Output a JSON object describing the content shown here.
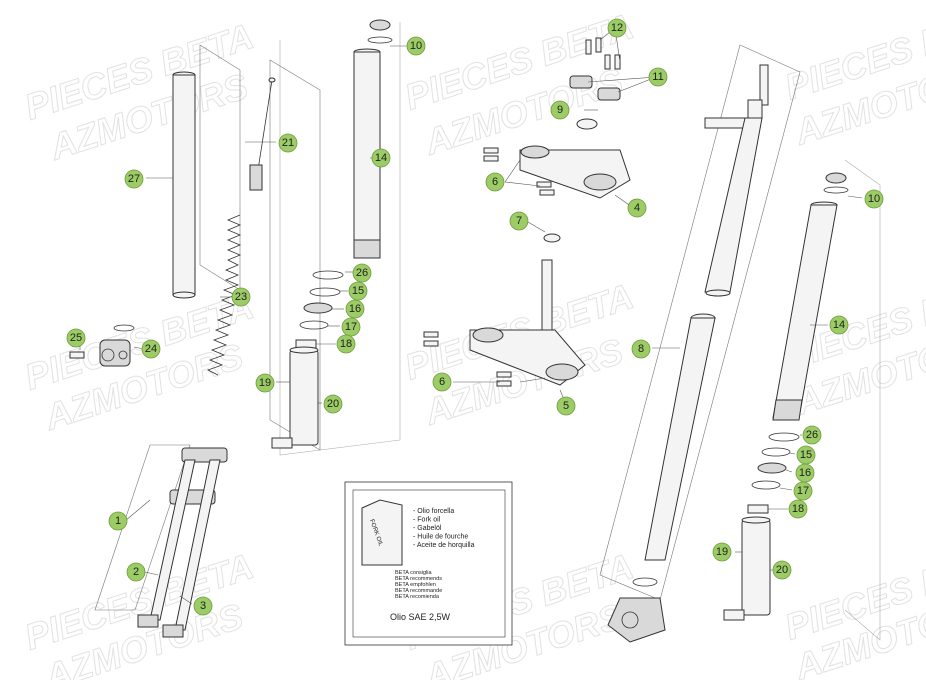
{
  "watermark": {
    "line1": "PIECES BETA",
    "line2": "AZMOTORS"
  },
  "colors": {
    "callout_fill": "#9ccc65",
    "line": "#333333",
    "watermark": "#e2e2e2"
  },
  "callouts": [
    "1",
    "2",
    "3",
    "4",
    "5",
    "6",
    "6",
    "7",
    "8",
    "9",
    "10",
    "10",
    "11",
    "12",
    "14",
    "14",
    "15",
    "15",
    "16",
    "16",
    "17",
    "17",
    "18",
    "18",
    "19",
    "19",
    "20",
    "20",
    "21",
    "23",
    "24",
    "25",
    "26",
    "26",
    "27"
  ],
  "oil_box": {
    "can_label": "FORK OIL",
    "languages": [
      "- Olio forcella",
      "- Fork oil",
      "- Gabelöl",
      "- Huile de fourche",
      "- Aceite de horquilla"
    ],
    "recommendations": [
      "BETA consiglia",
      "BETA recommends",
      "BETA empfohlen",
      "BETA recommande",
      "BETA recomienda"
    ],
    "oil_spec": "Olio SAE 2,5W"
  }
}
